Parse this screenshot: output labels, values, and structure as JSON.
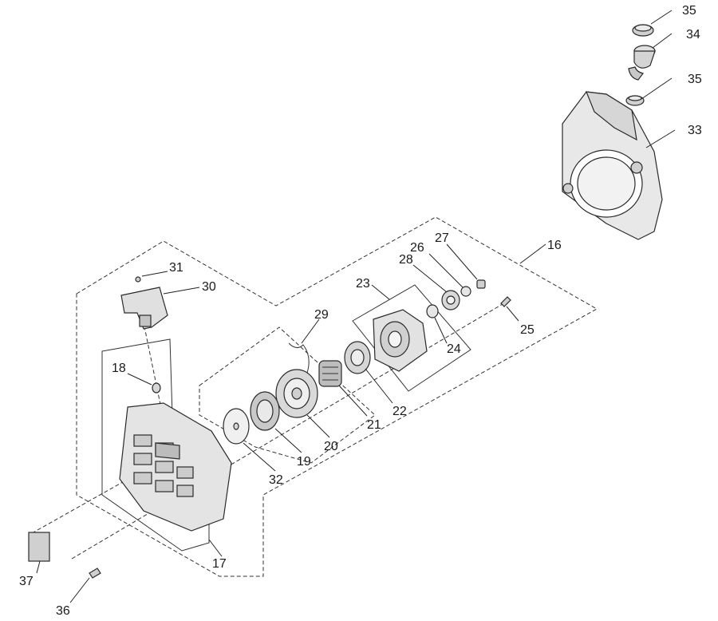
{
  "diagram": {
    "callouts": [
      {
        "id": "c35a",
        "label": "35"
      },
      {
        "id": "c34",
        "label": "34"
      },
      {
        "id": "c35b",
        "label": "35"
      },
      {
        "id": "c33",
        "label": "33"
      },
      {
        "id": "c16",
        "label": "16"
      },
      {
        "id": "c27",
        "label": "27"
      },
      {
        "id": "c26",
        "label": "26"
      },
      {
        "id": "c28",
        "label": "28"
      },
      {
        "id": "c23",
        "label": "23"
      },
      {
        "id": "c31",
        "label": "31"
      },
      {
        "id": "c30",
        "label": "30"
      },
      {
        "id": "c29",
        "label": "29"
      },
      {
        "id": "c25",
        "label": "25"
      },
      {
        "id": "c24",
        "label": "24"
      },
      {
        "id": "c18",
        "label": "18"
      },
      {
        "id": "c22",
        "label": "22"
      },
      {
        "id": "c21",
        "label": "21"
      },
      {
        "id": "c20",
        "label": "20"
      },
      {
        "id": "c19",
        "label": "19"
      },
      {
        "id": "c32",
        "label": "32"
      },
      {
        "id": "c17",
        "label": "17"
      },
      {
        "id": "c37",
        "label": "37"
      },
      {
        "id": "c36",
        "label": "36"
      }
    ]
  }
}
